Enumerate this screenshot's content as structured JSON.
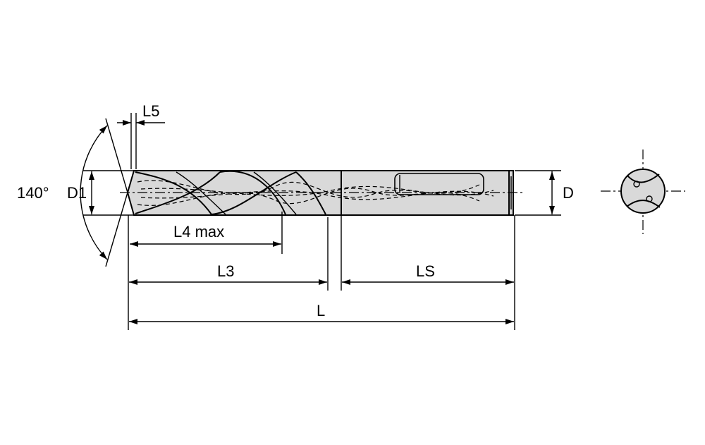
{
  "diagram": {
    "labels": {
      "angle": "140°",
      "d1": "D1",
      "l5": "L5",
      "l4": "L4 max",
      "l3": "L3",
      "ls": "LS",
      "l": "L",
      "d": "D"
    },
    "colors": {
      "body_fill": "#d9d9d9",
      "line": "#000000",
      "background": "#ffffff"
    }
  }
}
